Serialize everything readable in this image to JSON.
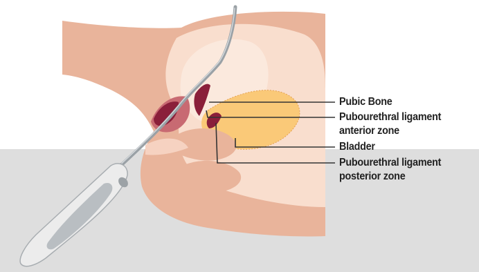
{
  "labels": {
    "pubic_bone": "Pubic Bone",
    "anterior_line1": "Pubourethral ligament",
    "anterior_line2": "anterior zone",
    "bladder": "Bladder",
    "posterior_line1": "Pubourethral ligament",
    "posterior_line2": "posterior zone"
  },
  "colors": {
    "skin": "#e9b49b",
    "skin_light": "#f6d2c1",
    "tissue": "#f9dece",
    "bone": "#fbe9dd",
    "bladder": "#fac978",
    "ligament": "#8a1f3a",
    "ligament_soft": "#c86a72",
    "floor": "#dedede",
    "leader": "#333333",
    "device_shaft": "#9aa1a6",
    "device_handle": "#ececec"
  },
  "icons": {
    "device": "surgical-applicator-icon"
  }
}
